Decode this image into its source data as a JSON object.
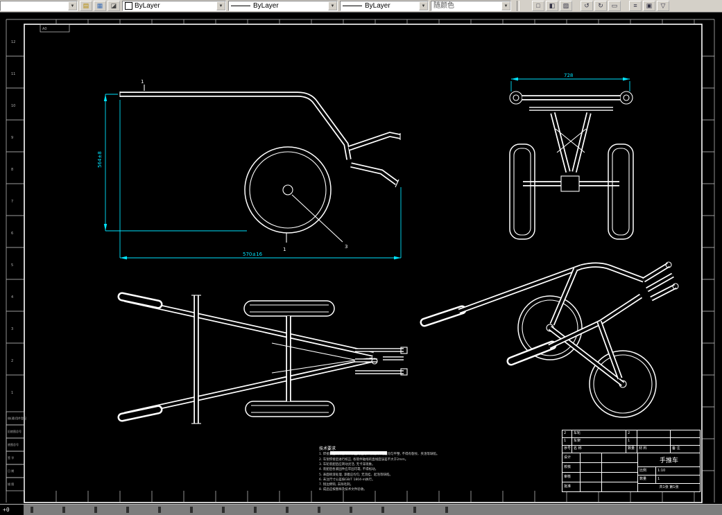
{
  "colors": {
    "canvas_bg": "#000000",
    "chrome": "#d4d0c8",
    "line": "#ffffff",
    "dimension": "#00e5ff"
  },
  "toolbar": {
    "layer_combo": {
      "value": ""
    },
    "color_combo": {
      "value": "ByLayer"
    },
    "linetype_combo": {
      "value": "ByLayer"
    },
    "lineweight_combo": {
      "value": "ByLayer"
    },
    "plotstyle_combo": {
      "value": "随颜色"
    },
    "left_icons": [
      {
        "name": "layers-icon",
        "glyph": "▤",
        "color": "#b58900"
      },
      {
        "name": "layer-states-icon",
        "glyph": "▦",
        "color": "#3c6eb4"
      },
      {
        "name": "make-object-layer-current-icon",
        "glyph": "◪",
        "color": "#444444"
      }
    ],
    "right_buttons": [
      {
        "name": "tool-icon-1",
        "glyph": "□",
        "group_start": true
      },
      {
        "name": "tool-icon-2",
        "glyph": "◧"
      },
      {
        "name": "tool-icon-3",
        "glyph": "▨"
      },
      {
        "name": "tool-icon-4",
        "glyph": "↺",
        "group_start": true
      },
      {
        "name": "tool-icon-5",
        "glyph": "↻"
      },
      {
        "name": "tool-icon-6",
        "glyph": "▭"
      },
      {
        "name": "tool-icon-7",
        "glyph": "≡",
        "group_start": true
      },
      {
        "name": "tool-icon-8",
        "glyph": "▣"
      },
      {
        "name": "tool-icon-9",
        "glyph": "▽"
      }
    ]
  },
  "drawing": {
    "side_view": {
      "width_dim": "570±16",
      "height_dim": "564±8",
      "hub_label": "3",
      "top_label": "1",
      "bottom_label": "1"
    },
    "front_view": {
      "width_dim": "728"
    },
    "border": {
      "stamp": "A0",
      "zones_left": [
        "12",
        "11",
        "10",
        "9",
        "8",
        "7",
        "6",
        "5",
        "4",
        "3",
        "2",
        "1"
      ],
      "margin_labels": [
        "借(通)用件登记",
        "旧底图总号",
        "底图总号",
        "签 字",
        "日 期",
        "描 图"
      ]
    }
  },
  "notes": {
    "title": "技术要求",
    "lines": [
      "1. 焊接前应清除各零件表面的油污、锈蚀, 焊缝应均匀平整, 不得有裂纹、夹渣等缺陷。",
      "2. 车架焊接后进行校正, 各管件轴线的直线度误差不大于2mm。",
      "3. 车轮装配后应转动灵活, 无卡滞现象。",
      "4. 装配后各紧固件应牢固可靠, 不得松动。",
      "5. 表面喷漆处理, 漆膜应均匀, 无流挂、起泡等缺陷。",
      "6. 未注尺寸公差按GB/T 1804-m执行。",
      "7. 锐边倒钝, 去除毛刺。",
      "8. 成品应按图样及技术文件验收。"
    ]
  },
  "title_block": {
    "parts": [
      {
        "no": "2",
        "name": "车轮",
        "qty": "2",
        "material": "",
        "remark": ""
      },
      {
        "no": "1",
        "name": "车架",
        "qty": "1",
        "material": "",
        "remark": ""
      }
    ],
    "header": {
      "no": "序号",
      "name": "名  称",
      "qty": "数量",
      "material": "材  料",
      "remark": "备 注"
    },
    "sign_labels": [
      "设计",
      "校核",
      "审核",
      "批准"
    ],
    "title": "手推车",
    "scale_label": "比例",
    "scale": "1:10",
    "qty_label": "数量",
    "qty": "1",
    "sheet": "共1张 第1张"
  },
  "status": {
    "left_text": "+0"
  }
}
